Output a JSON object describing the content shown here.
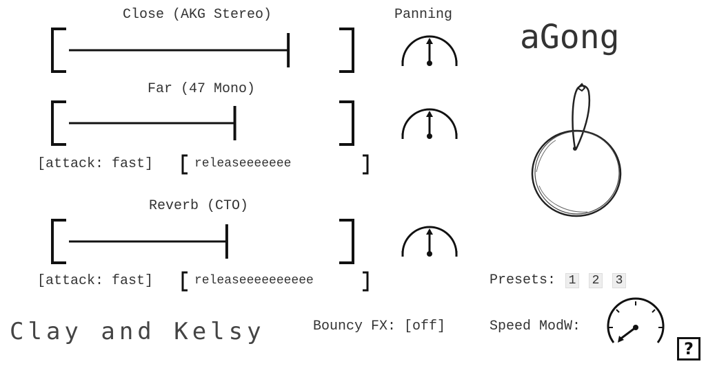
{
  "channels": [
    {
      "label": "Close (AKG Stereo)",
      "level": 0.82
    },
    {
      "label": "Far (47 Mono)",
      "level": 0.62
    },
    {
      "label": "Reverb (CTO)",
      "level": 0.59
    }
  ],
  "panning": {
    "label": "Panning"
  },
  "envelopes": [
    {
      "attack_label": "[attack: fast]",
      "release_value": "releaseeeeeee"
    },
    {
      "attack_label": "[attack: fast]",
      "release_value": "releaseeeeeeeeee"
    }
  ],
  "app": {
    "title": "aGong",
    "brand": "Clay and Kelsy"
  },
  "presets": {
    "label": "Presets:",
    "items": [
      "1",
      "2",
      "3"
    ]
  },
  "bouncy_fx": {
    "label": "Bouncy FX: [off]"
  },
  "speed": {
    "label": "Speed ModW:"
  },
  "help": {
    "label": "?"
  }
}
